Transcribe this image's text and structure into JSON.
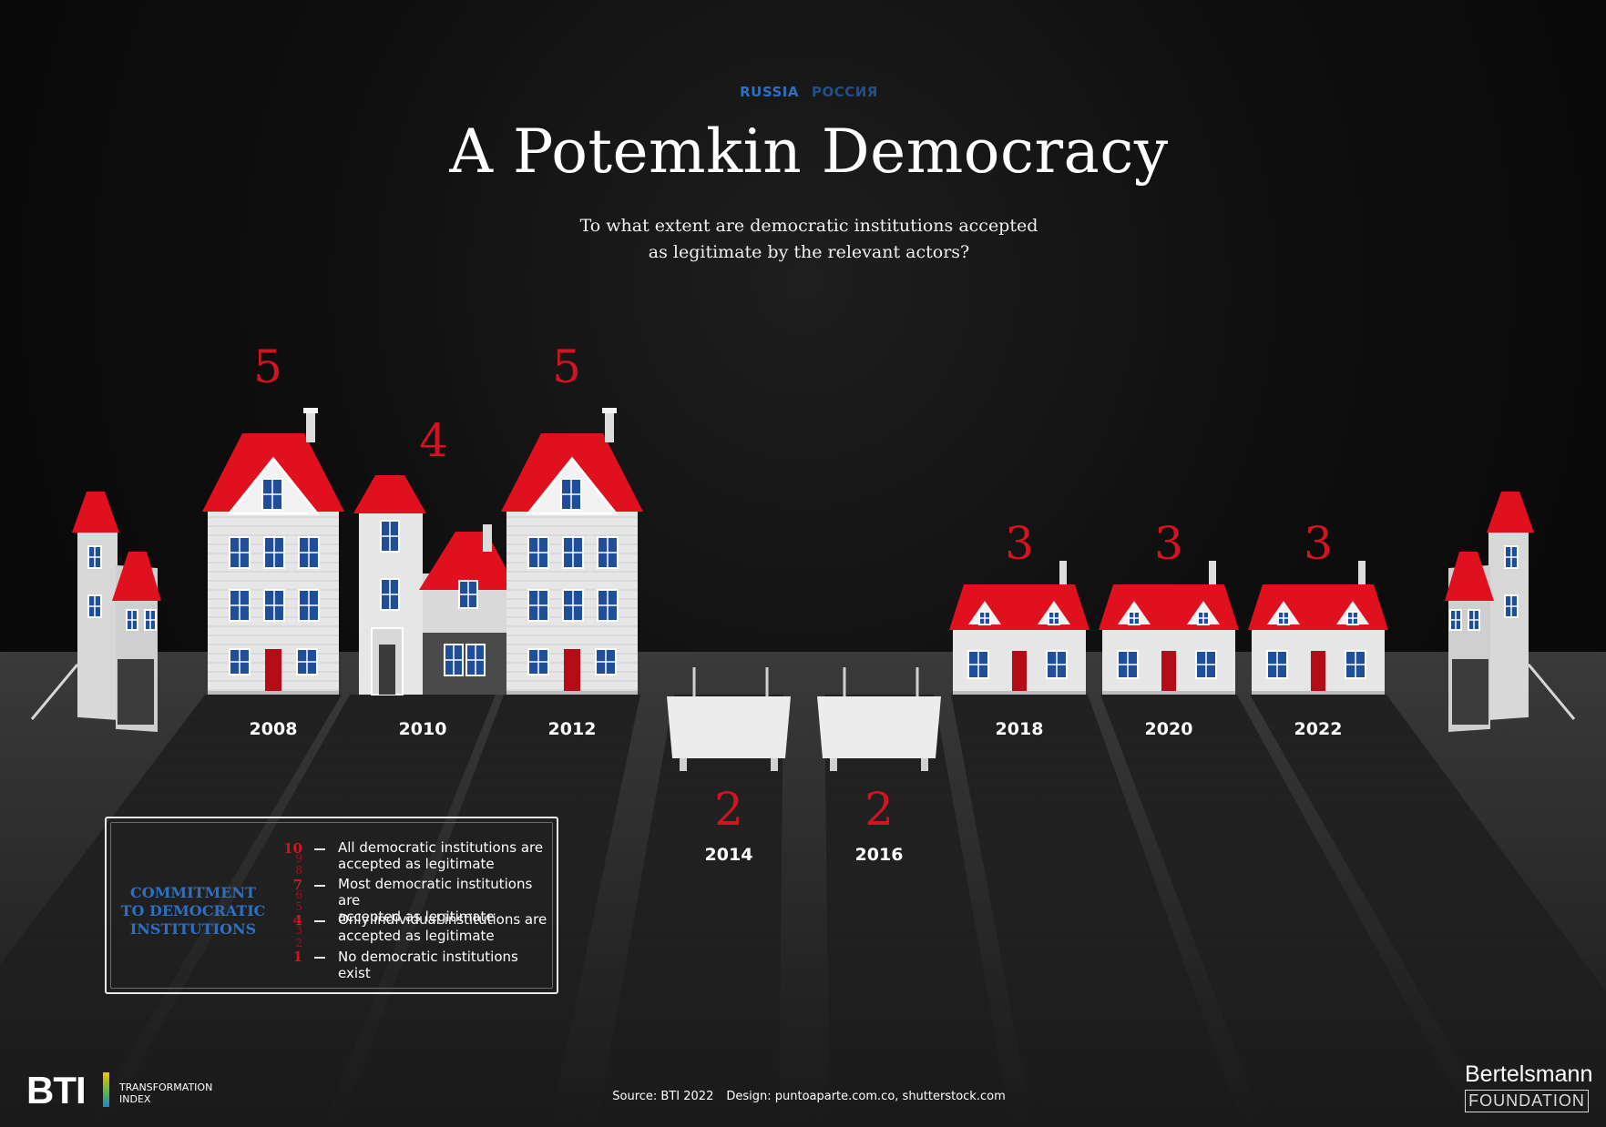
{
  "header": {
    "kicker_en": "RUSSIA",
    "kicker_ru": "РОССИЯ",
    "title": "A Potemkin Democracy",
    "subtitle_line1": "To what extent are democratic institutions accepted",
    "subtitle_line2": "as legitimate by the relevant actors?"
  },
  "chart_data": {
    "type": "bar",
    "title": "A Potemkin Democracy",
    "subtitle": "To what extent are democratic institutions accepted as legitimate by the relevant actors?",
    "categories": [
      "2008",
      "2010",
      "2012",
      "2014",
      "2016",
      "2018",
      "2020",
      "2022"
    ],
    "values": [
      5,
      4,
      5,
      2,
      2,
      3,
      3,
      3
    ],
    "ylim": [
      1,
      10
    ],
    "xlabel": "",
    "ylabel": "",
    "grid": false,
    "legend": "bottom-left"
  },
  "legend": {
    "heading_lines": [
      "COMMITMENT",
      "TO DEMOCRATIC",
      "INSTITUTIONS"
    ],
    "scale": [
      "10",
      "9",
      "8",
      "7",
      "6",
      "5",
      "4",
      "3",
      "2",
      "1"
    ],
    "levels": [
      {
        "score": "10",
        "line1": "All democratic institutions are",
        "line2": "accepted as legitimate"
      },
      {
        "score": "7",
        "line1": "Most democratic institutions are",
        "line2": "accepted as legitimate"
      },
      {
        "score": "4",
        "line1": "Only individual institutions are",
        "line2": "accepted as legitimate"
      },
      {
        "score": "1",
        "line1": "No democratic institutions exist",
        "line2": ""
      }
    ]
  },
  "footer": {
    "source": "Source: BTI 2022",
    "design": "Design: puntoaparte.com.co, shutterstock.com",
    "bti_mark": "BTI",
    "bti_line1": "TRANSFORMATION",
    "bti_line2": "INDEX",
    "bert_name": "Bertelsmann",
    "bert_found": "FOUNDATION"
  },
  "colors": {
    "roof": "#e0101e",
    "score": "#d21422",
    "accent_blue": "#2e6fc0",
    "wall": "#e6e6e6",
    "window": "#1f4f9a",
    "door": "#b50d17"
  }
}
